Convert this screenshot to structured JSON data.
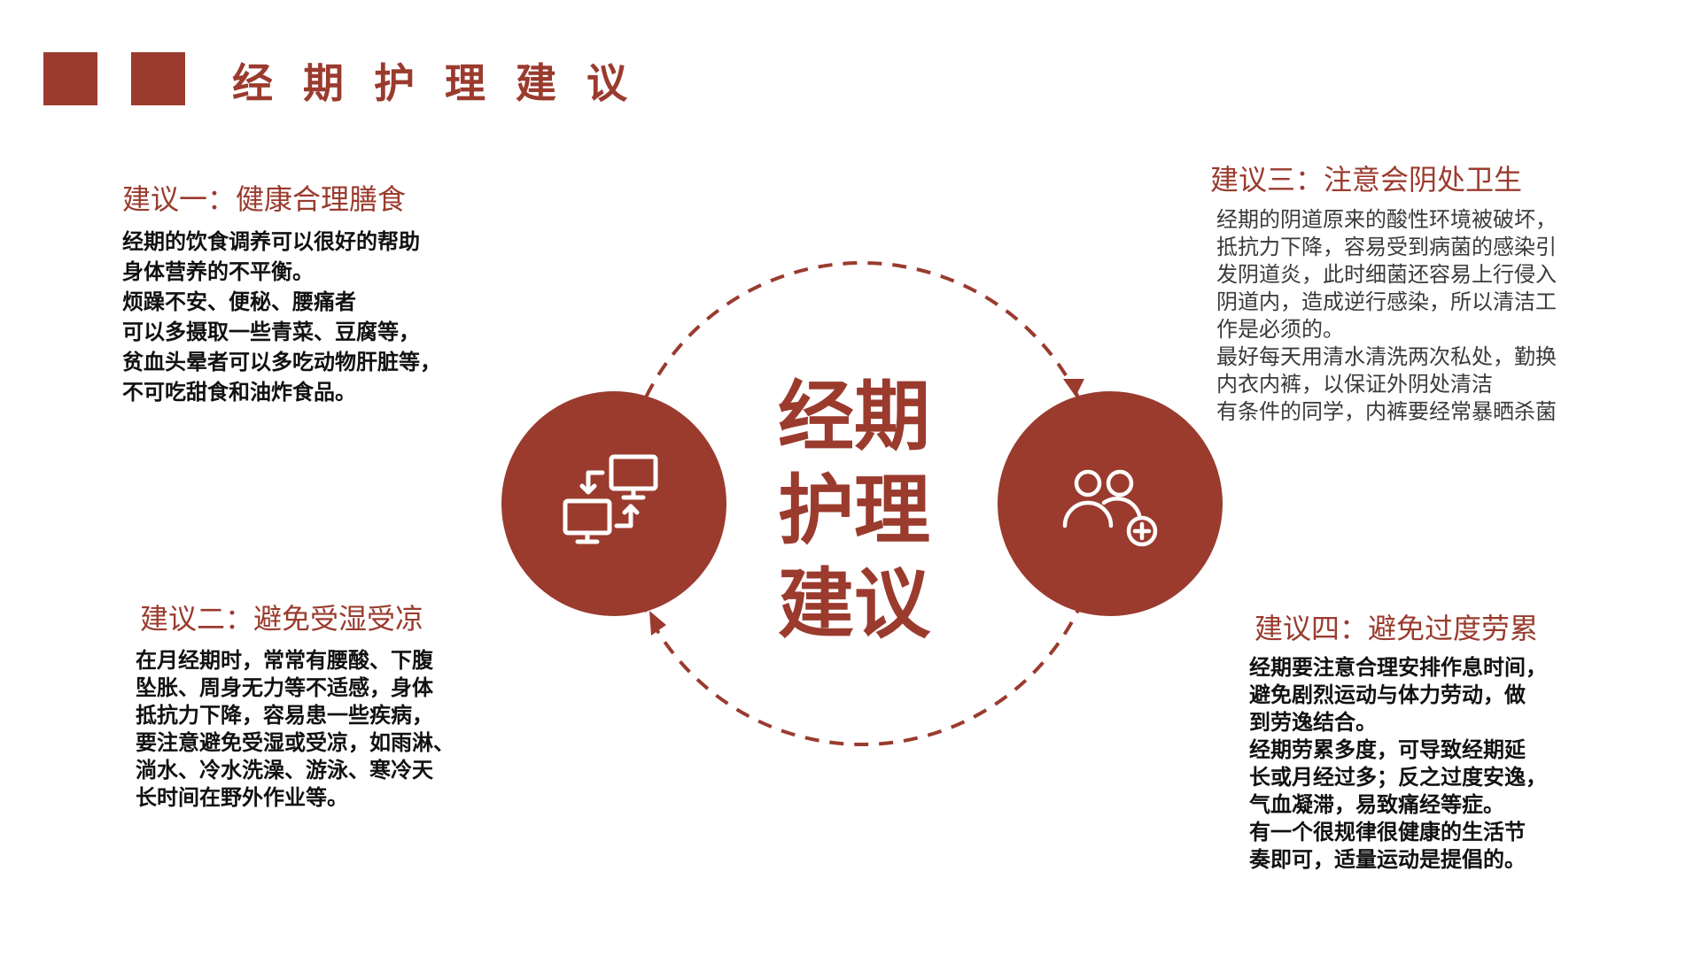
{
  "header": {
    "title": "经期护理建议"
  },
  "center": {
    "lines": [
      "经期",
      "护理",
      "建议"
    ]
  },
  "icons": {
    "left": "computers-exchange-icon",
    "right": "users-add-icon"
  },
  "colors": {
    "accent": "#9a3b2e"
  },
  "tips": [
    {
      "heading": "建议一：健康合理膳食",
      "body": "经期的饮食调养可以很好的帮助\n身体营养的不平衡。\n烦躁不安、便秘、腰痛者\n可以多摄取一些青菜、豆腐等，\n贫血头晕者可以多吃动物肝脏等，\n不可吃甜食和油炸食品。"
    },
    {
      "heading": "建议二：避免受湿受凉",
      "body": "在月经期时，常常有腰酸、下腹\n坠胀、周身无力等不适感，身体\n抵抗力下降，容易患一些疾病，\n要注意避免受湿或受凉，如雨淋、\n淌水、冷水洗澡、游泳、寒冷天\n长时间在野外作业等。"
    },
    {
      "heading": "建议三：注意会阴处卫生",
      "body": "经期的阴道原来的酸性环境被破坏，\n抵抗力下降，容易受到病菌的感染引\n发阴道炎，此时细菌还容易上行侵入\n阴道内，造成逆行感染，所以清洁工\n作是必须的。\n最好每天用清水清洗两次私处，勤换\n内衣内裤，以保证外阴处清洁\n有条件的同学，内裤要经常暴晒杀菌"
    },
    {
      "heading": "建议四：避免过度劳累",
      "body": "经期要注意合理安排作息时间，\n避免剧烈运动与体力劳动，做\n到劳逸结合。\n经期劳累多度，可导致经期延\n长或月经过多；反之过度安逸，\n气血凝滞，易致痛经等症。\n有一个很规律很健康的生活节\n奏即可，适量运动是提倡的。"
    }
  ]
}
